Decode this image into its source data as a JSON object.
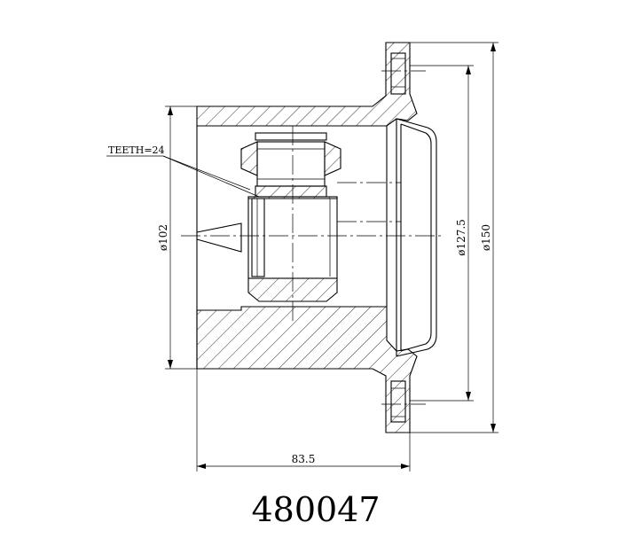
{
  "part_number": "480047",
  "callouts": {
    "teeth": "TEETH=24"
  },
  "dimensions": {
    "inner_diameter": "ø102",
    "flange_diameter": "ø127.5",
    "outer_diameter": "ø150",
    "overall_length": "83.5"
  }
}
